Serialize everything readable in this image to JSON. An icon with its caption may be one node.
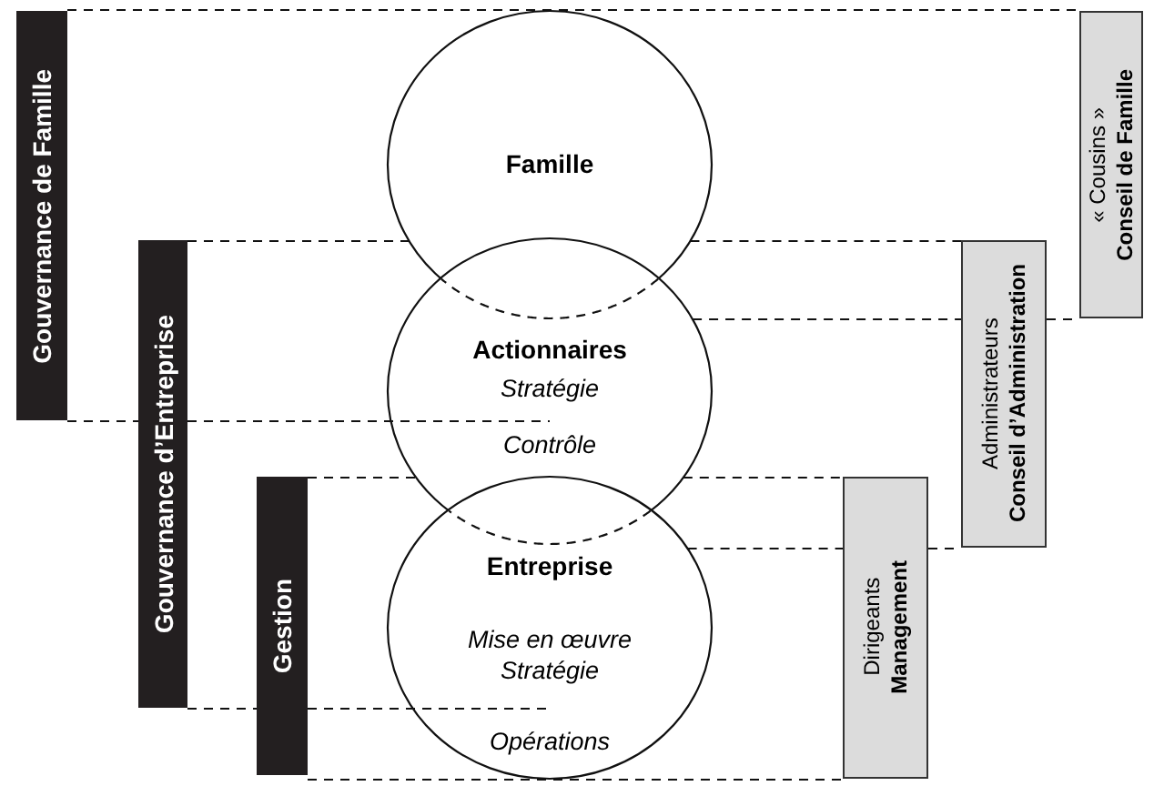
{
  "diagram": {
    "nodes": [
      {
        "text": [
          "Gouvernance de Famille"
        ]
      },
      {
        "text": [
          "Gouvernance d’Entreprise"
        ]
      },
      {
        "text": [
          "Gestion"
        ]
      },
      {
        "text": [
          "Famille"
        ]
      },
      {
        "text": [
          "Actionnaires",
          "Stratégie",
          "Contrôle"
        ]
      },
      {
        "text": [
          "Entreprise",
          "Mise en œuvre Stratégie",
          "Opérations"
        ]
      },
      {
        "text": [
          "Dirigeants",
          "Management"
        ]
      },
      {
        "text": [
          "Administrateurs",
          "Conseil d’Administration"
        ]
      },
      {
        "text": [
          "« Cousins »",
          "Conseil de Famille"
        ]
      }
    ],
    "edges": [
      {
        "from": 0,
        "to": 8,
        "arrow": "none",
        "style": "dashed"
      },
      {
        "from": 0,
        "to": 1,
        "arrow": "none",
        "style": "dashed"
      },
      {
        "from": 1,
        "to": 4,
        "arrow": "none",
        "style": "dashed"
      },
      {
        "from": 1,
        "to": 3,
        "arrow": "none",
        "style": "dashed"
      },
      {
        "from": 3,
        "to": 7,
        "arrow": "none",
        "style": "dashed"
      },
      {
        "from": 1,
        "to": 2,
        "arrow": "none",
        "style": "dashed"
      },
      {
        "from": 2,
        "to": 5,
        "arrow": "none",
        "style": "dashed"
      },
      {
        "from": 2,
        "to": 4,
        "arrow": "none",
        "style": "dashed"
      },
      {
        "from": 4,
        "to": 6,
        "arrow": "none",
        "style": "dashed"
      },
      {
        "from": 2,
        "to": 6,
        "arrow": "none",
        "style": "dashed"
      },
      {
        "from": 4,
        "to": 7,
        "arrow": "none",
        "style": "dashed"
      },
      {
        "from": 7,
        "to": 8,
        "arrow": "none",
        "style": "dashed"
      },
      {
        "from": 5,
        "to": 6,
        "arrow": "none",
        "style": "dashed"
      },
      {
        "from": 6,
        "to": 7,
        "arrow": "none",
        "style": "dashed"
      }
    ]
  }
}
